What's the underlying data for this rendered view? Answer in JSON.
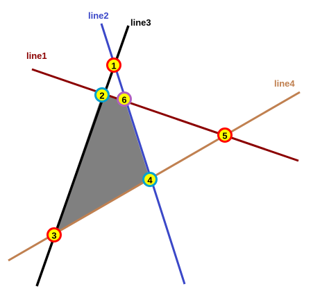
{
  "lines": {
    "line1": {
      "label": "line1",
      "color": "#8b0000"
    },
    "line2": {
      "label": "line2",
      "color": "#3b48c8"
    },
    "line3": {
      "label": "line3",
      "color": "#000000"
    },
    "line4": {
      "label": "line4",
      "color": "#c08050"
    }
  },
  "region": {
    "color": "#808080"
  },
  "markers": [
    {
      "label": "1",
      "fill": "#ffff00",
      "ring": "#ff0000"
    },
    {
      "label": "2",
      "fill": "#ffff00",
      "ring": "#00a0d0"
    },
    {
      "label": "3",
      "fill": "#ffff00",
      "ring": "#ff0000"
    },
    {
      "label": "4",
      "fill": "#ffff00",
      "ring": "#00a0d0"
    },
    {
      "label": "5",
      "fill": "#ffff00",
      "ring": "#ff0000"
    },
    {
      "label": "6",
      "fill": "#ffff00",
      "ring": "#b060c0"
    }
  ]
}
